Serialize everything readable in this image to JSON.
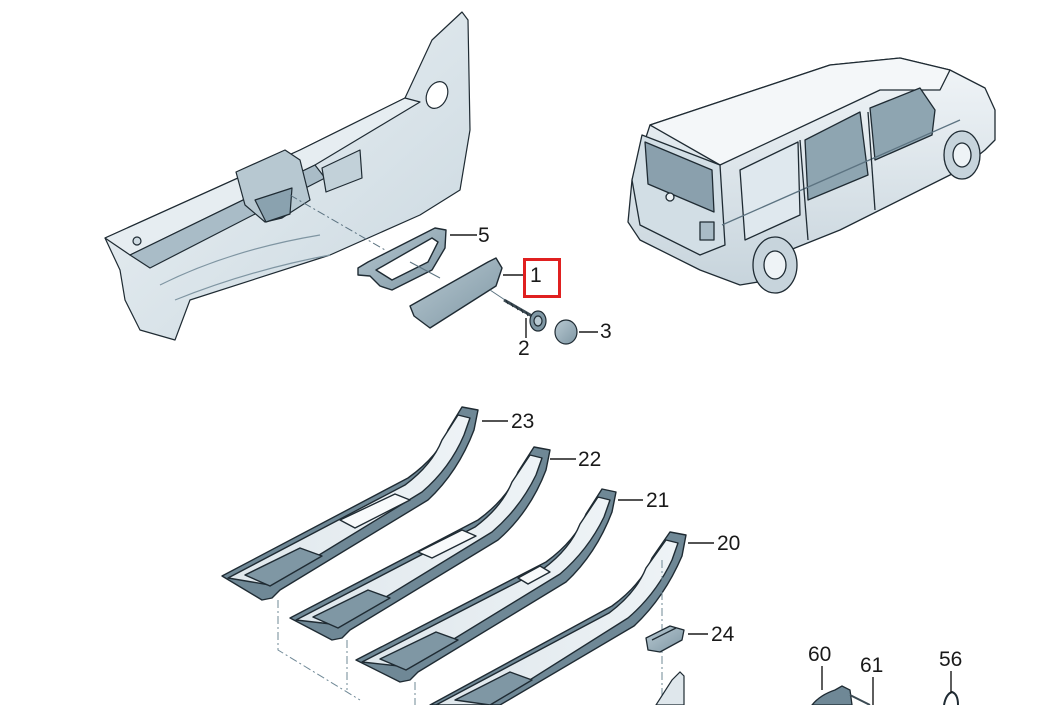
{
  "diagram": {
    "type": "exploded-parts-diagram",
    "subject": "Van interior side trim panels and door sill / grab trims",
    "colors": {
      "part_fill": "#9fb4c0",
      "part_fill_light": "#d9e3ea",
      "part_fill_dark": "#6f8896",
      "outline": "#1f2b33",
      "leader": "#1a1a1a",
      "highlight": "#e02020",
      "background": "#ffffff"
    },
    "highlighted_callout": "1",
    "callouts": [
      {
        "id": "1",
        "label": "1",
        "part": "trim cover"
      },
      {
        "id": "2",
        "label": "2",
        "part": "screw"
      },
      {
        "id": "3",
        "label": "3",
        "part": "cap"
      },
      {
        "id": "5",
        "label": "5",
        "part": "grip frame"
      },
      {
        "id": "20",
        "label": "20",
        "part": "sill trim"
      },
      {
        "id": "21",
        "label": "21",
        "part": "sill trim"
      },
      {
        "id": "22",
        "label": "22",
        "part": "sill trim"
      },
      {
        "id": "23",
        "label": "23",
        "part": "sill trim"
      },
      {
        "id": "24",
        "label": "24",
        "part": "clip"
      },
      {
        "id": "56",
        "label": "56",
        "part": "ring"
      },
      {
        "id": "60",
        "label": "60",
        "part": "housing"
      },
      {
        "id": "61",
        "label": "61",
        "part": "fastener"
      }
    ]
  }
}
